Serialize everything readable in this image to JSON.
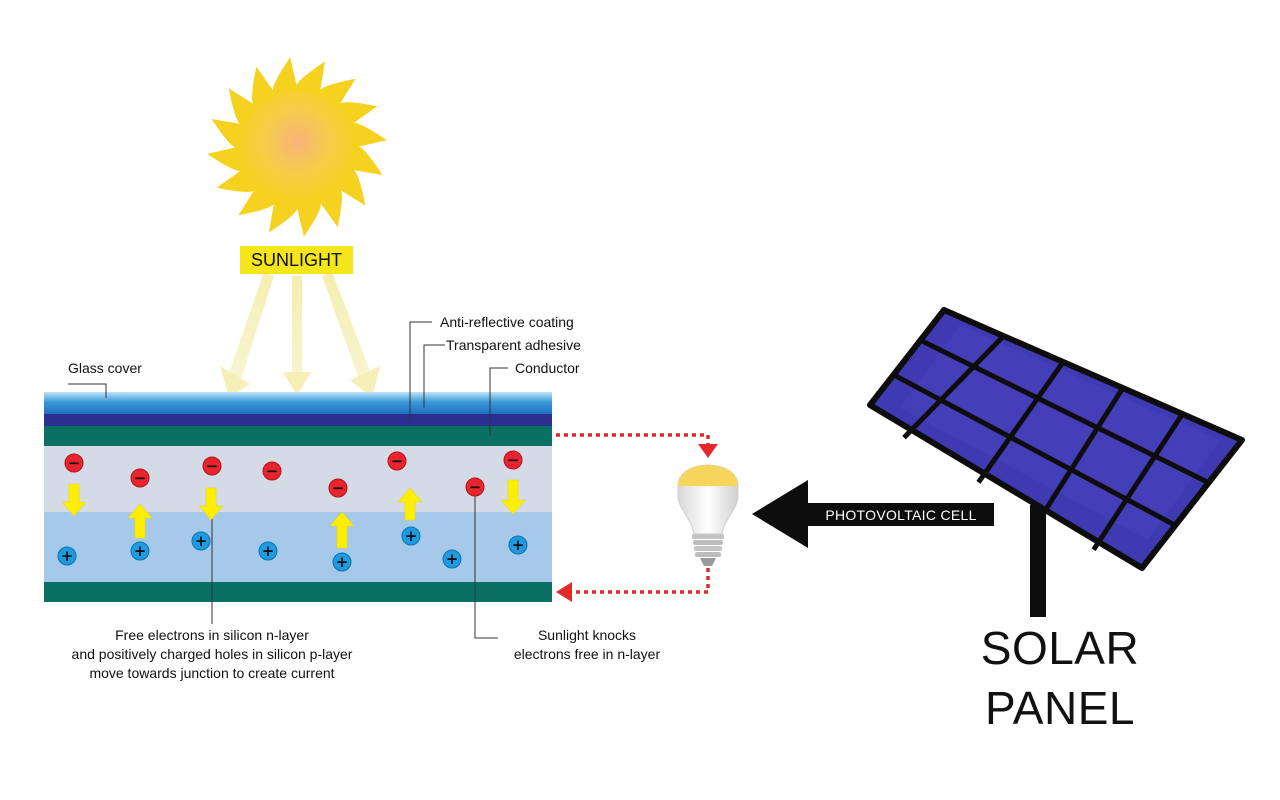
{
  "sun": {
    "label": "SUNLIGHT",
    "color": "#f5e51b"
  },
  "layers": {
    "glass_cover": "Glass cover",
    "anti_reflective": "Anti-reflective coating",
    "adhesive": "Transparent adhesive",
    "conductor": "Conductor"
  },
  "captions": {
    "junction_line1": "Free electrons in silicon n-layer",
    "junction_line2": "and positively charged holes in silicon p-layer",
    "junction_line3": "move towards junction to create current",
    "knock_line1": "Sunlight knocks",
    "knock_line2": "electrons free in n-layer"
  },
  "photovoltaic_label": "PHOTOVOLTAIC CELL",
  "title": "SOLAR PANEL",
  "symbols": {
    "electron": "−",
    "hole": "+"
  },
  "colors": {
    "electron": "#e8242c",
    "hole": "#1e9be0",
    "conductor": "#0b7064",
    "panel_cell": "#3f3ab2",
    "n_layer": "#d5dbe6",
    "p_layer": "#a6c9ea",
    "circuit": "#e22a2a",
    "arrow": "#ffee00"
  },
  "icons": [
    "sun-icon",
    "light-bulb-icon",
    "solar-panel-icon",
    "arrow-left-icon"
  ]
}
